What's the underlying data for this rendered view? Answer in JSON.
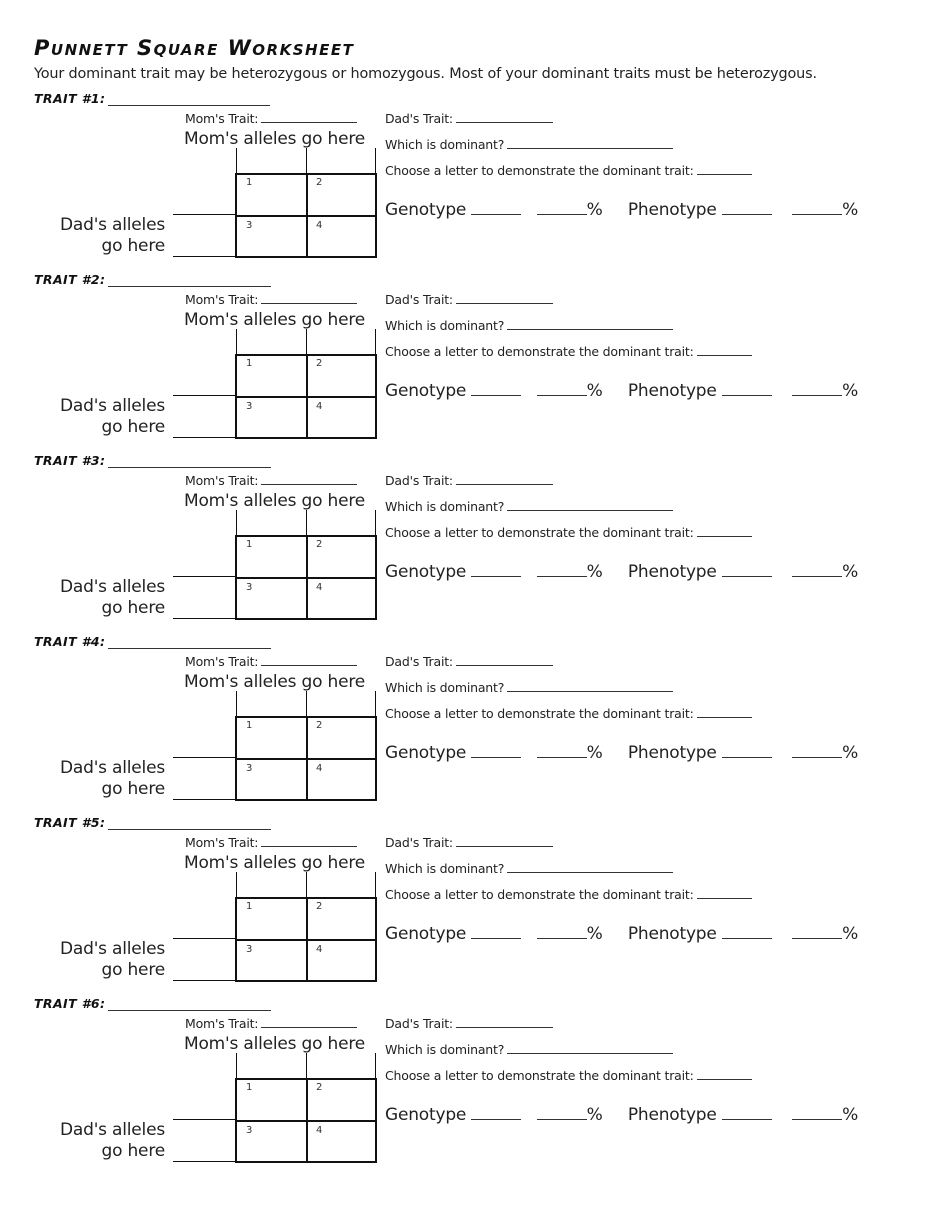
{
  "header": {
    "title": "Punnett Square Worksheet",
    "subtitle": "Your dominant trait may be heterozygous or homozygous. Most of your dominant traits must be heterozygous."
  },
  "labels": {
    "moms_trait": "Mom's Trait:",
    "dads_trait": "Dad's Trait:",
    "moms_alleles": "Mom's alleles go here",
    "dads_alleles_line1": "Dad's alleles",
    "dads_alleles_line2": "go here",
    "which_dominant": "Which is dominant?",
    "choose_letter": "Choose a letter to demonstrate the dominant trait:",
    "genotype": "Genotype",
    "phenotype": "Phenotype",
    "percent": "%"
  },
  "cells": [
    "1",
    "2",
    "3",
    "4"
  ],
  "traits": [
    {
      "label": "TRAIT #1:",
      "trait_name": "",
      "moms_trait": "",
      "dads_trait": "",
      "dominant": "",
      "letter": "",
      "genotype": "",
      "genotype_pct": "",
      "phenotype": "",
      "phenotype_pct": ""
    },
    {
      "label": "TRAIT #2:",
      "trait_name": "",
      "moms_trait": "",
      "dads_trait": "",
      "dominant": "",
      "letter": "",
      "genotype": "",
      "genotype_pct": "",
      "phenotype": "",
      "phenotype_pct": ""
    },
    {
      "label": "TRAIT #3:",
      "trait_name": "",
      "moms_trait": "",
      "dads_trait": "",
      "dominant": "",
      "letter": "",
      "genotype": "",
      "genotype_pct": "",
      "phenotype": "",
      "phenotype_pct": ""
    },
    {
      "label": "TRAIT #4:",
      "trait_name": "",
      "moms_trait": "",
      "dads_trait": "",
      "dominant": "",
      "letter": "",
      "genotype": "",
      "genotype_pct": "",
      "phenotype": "",
      "phenotype_pct": ""
    },
    {
      "label": "TRAIT #5:",
      "trait_name": "",
      "moms_trait": "",
      "dads_trait": "",
      "dominant": "",
      "letter": "",
      "genotype": "",
      "genotype_pct": "",
      "phenotype": "",
      "phenotype_pct": ""
    },
    {
      "label": "TRAIT #6:",
      "trait_name": "",
      "moms_trait": "",
      "dads_trait": "",
      "dominant": "",
      "letter": "",
      "genotype": "",
      "genotype_pct": "",
      "phenotype": "",
      "phenotype_pct": ""
    }
  ]
}
